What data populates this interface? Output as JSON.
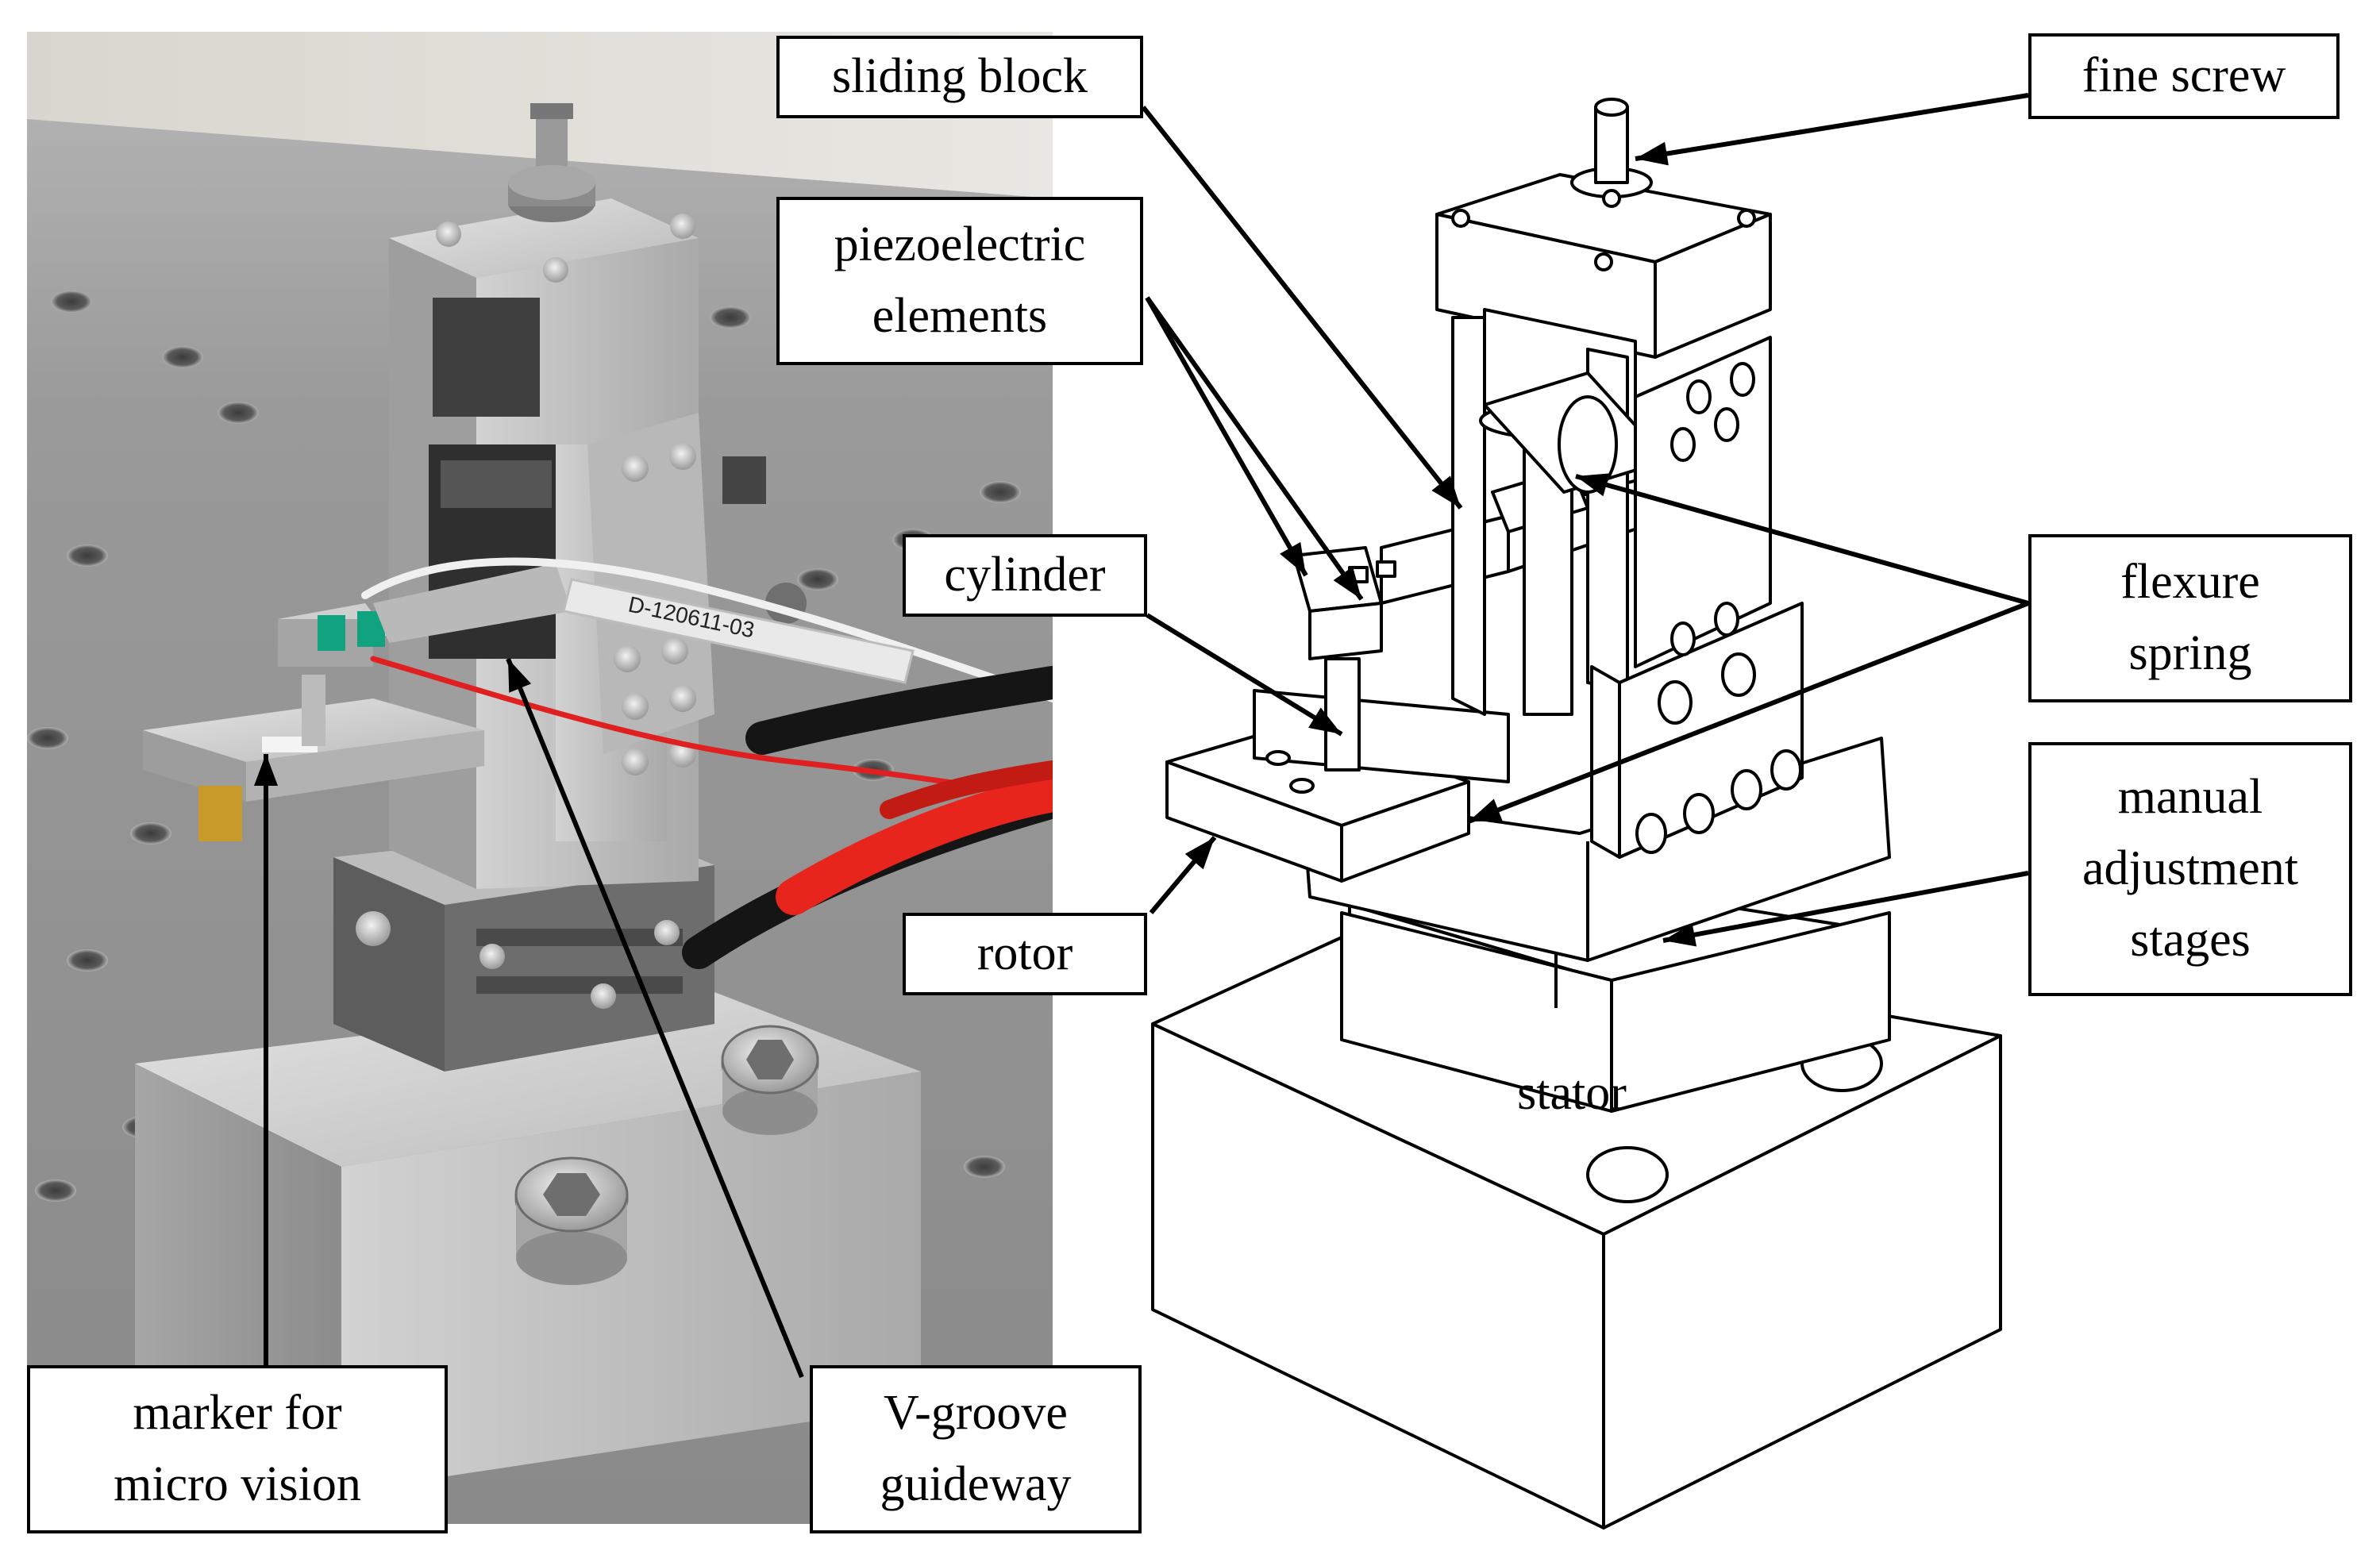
{
  "figure": {
    "labels": {
      "sliding_block": "sliding block",
      "fine_screw": "fine screw",
      "piezoelectric_elements": "piezoelectric\nelements",
      "cylinder": "cylinder",
      "flexure_spring": "flexure\nspring",
      "manual_adjustment_stages": "manual\nadjustment\nstages",
      "rotor": "rotor",
      "stator": "stator",
      "marker_for_micro_vision": "marker for\nmicro vision",
      "v_groove_guideway": "V-groove\nguideway"
    },
    "photo_stamp_text": "D-120611-03",
    "colors": {
      "label_border": "#000000",
      "photo_table": "#8e8e8e",
      "aluminum": "#c4c4c4",
      "wire_red": "#e02020",
      "clip_red": "#e8251d",
      "insulation_green": "#11a37f",
      "marker_gold": "#c79a2a",
      "cable_black": "#151515"
    }
  }
}
